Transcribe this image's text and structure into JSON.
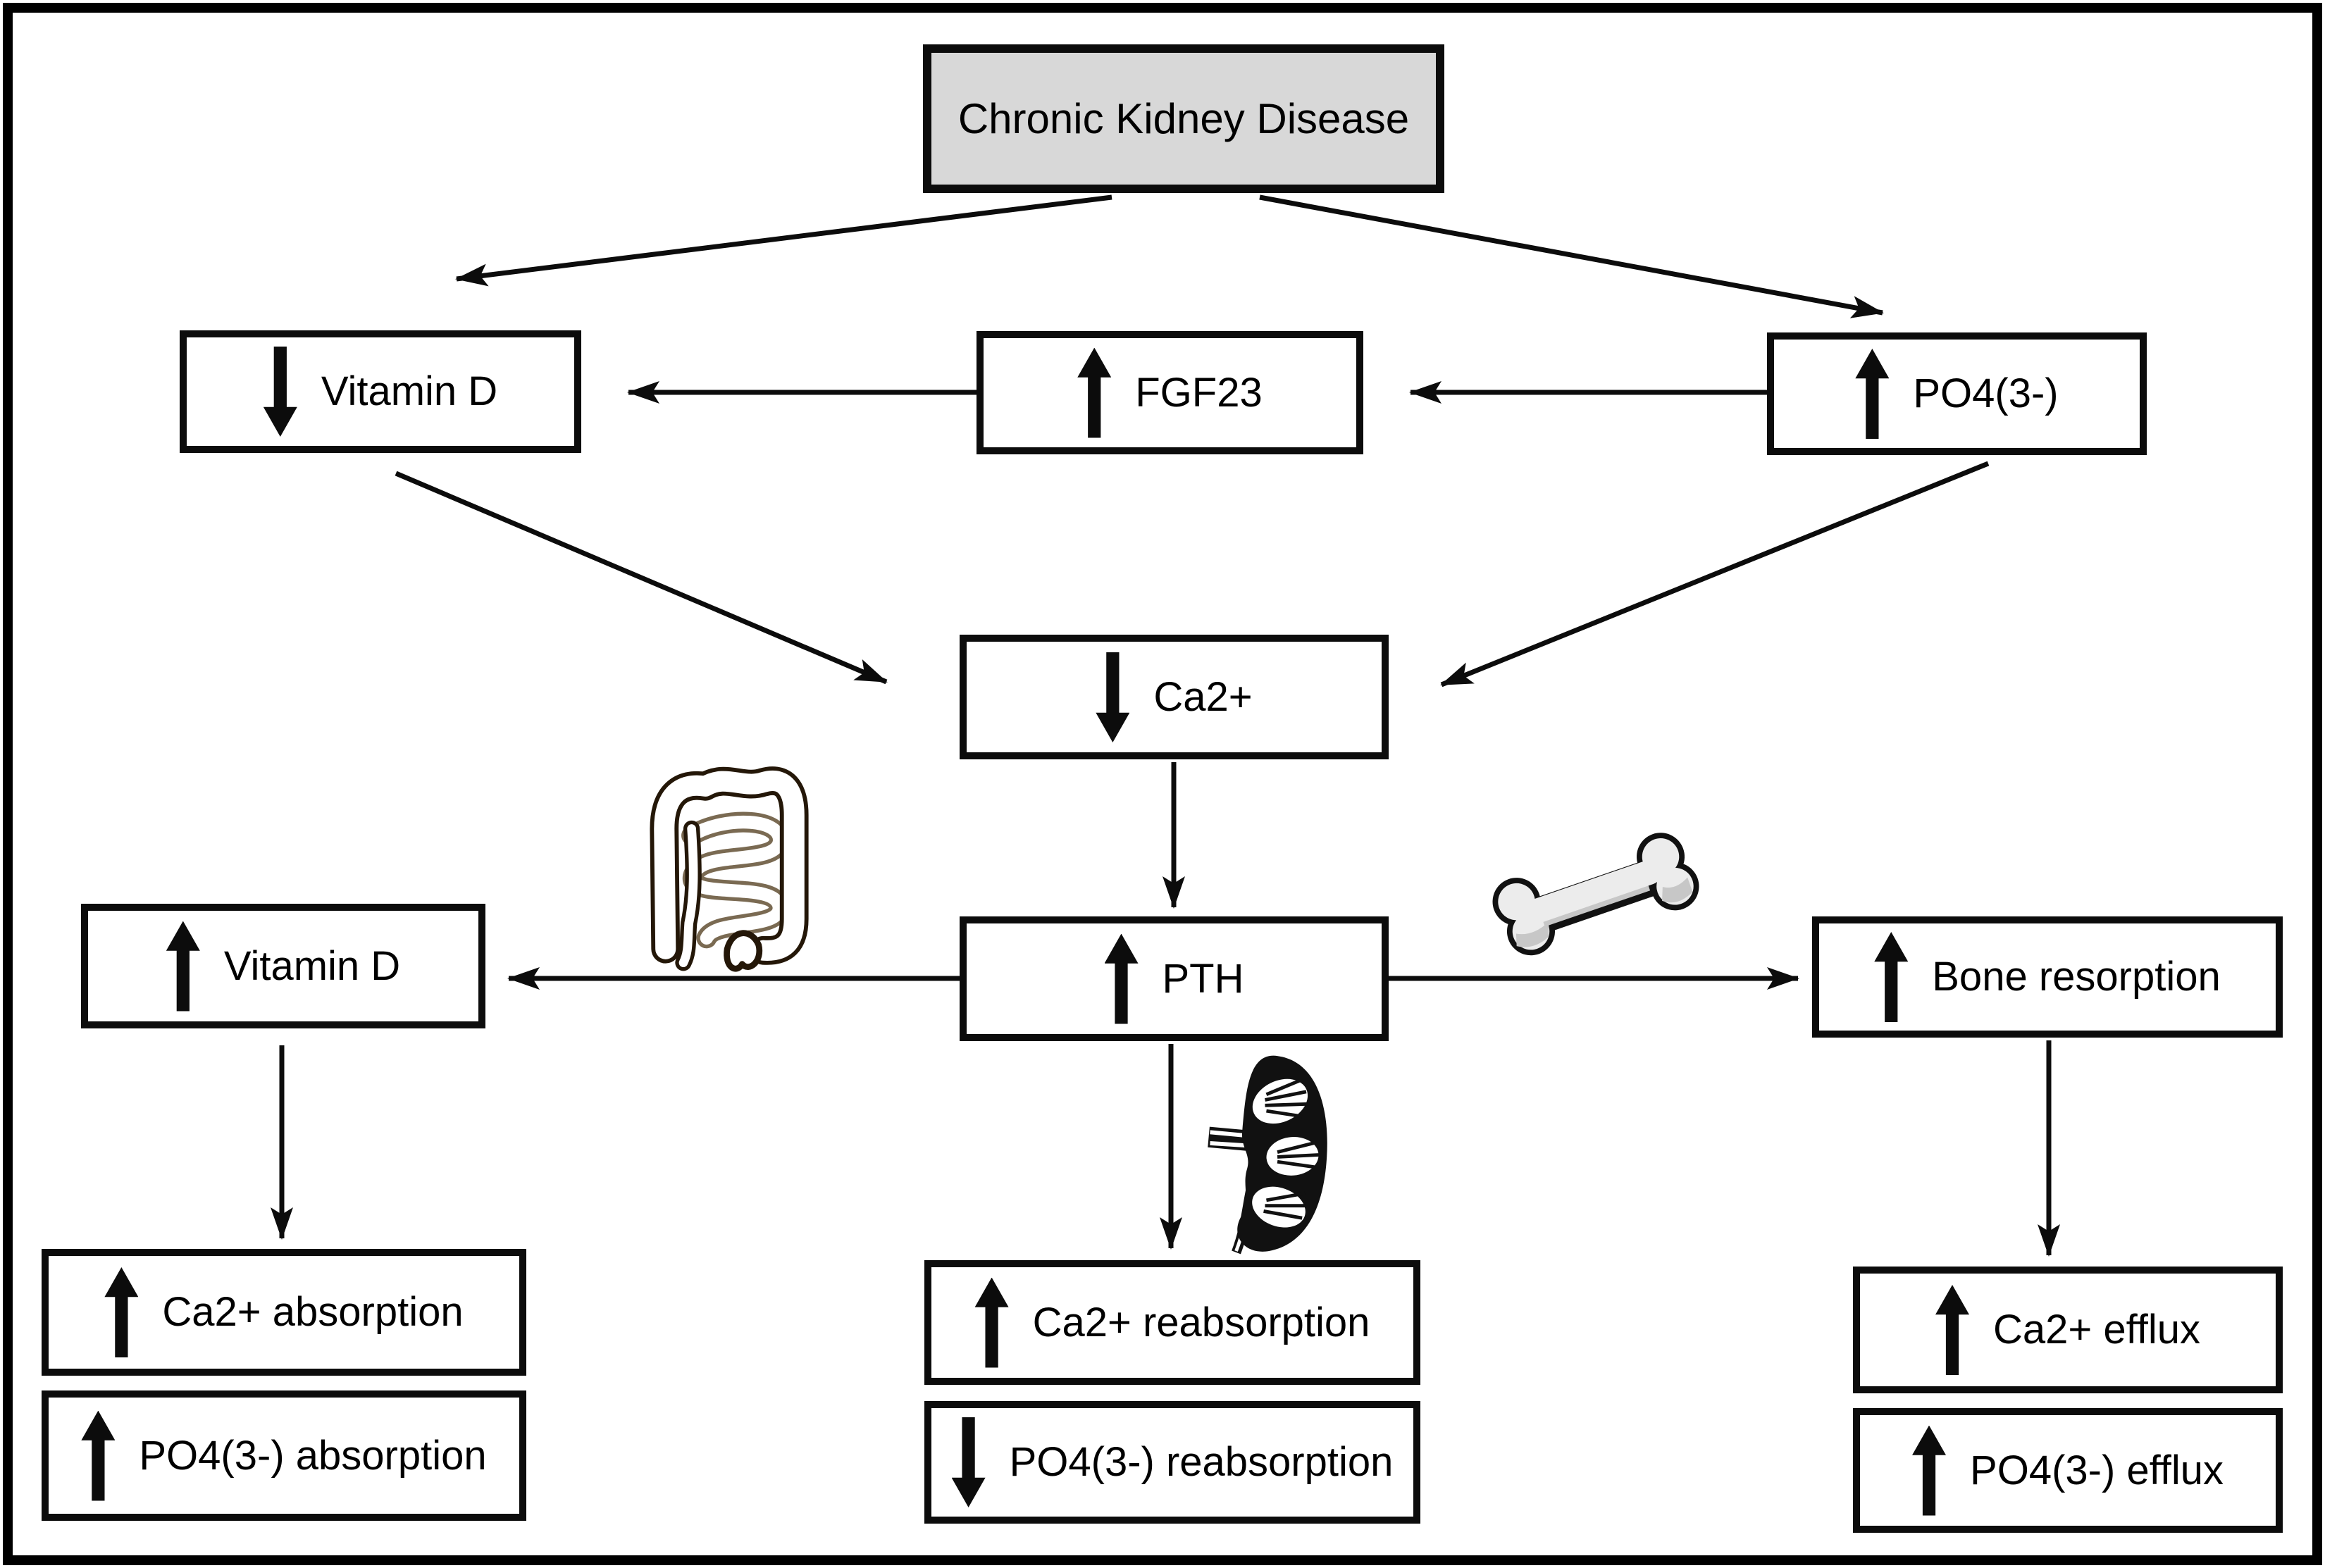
{
  "figure": {
    "background_color": "#ffffff",
    "frame_color": "#000000",
    "ckd_box_fill": "#d8d8d8",
    "line_color": "#0c0c0c"
  },
  "nodes": {
    "ckd": {
      "label": "Chronic Kidney Disease"
    },
    "vitd_down": {
      "label": "Vitamin D",
      "arrow_class": "thick-arrow down"
    },
    "fgf23": {
      "label": "FGF23",
      "arrow_class": "thick-arrow"
    },
    "po4_up": {
      "label": "PO4(3-)",
      "arrow_class": "thick-arrow"
    },
    "ca_down": {
      "label": "Ca2+",
      "arrow_class": "thick-arrow down"
    },
    "pth_up": {
      "label": "PTH",
      "arrow_class": "thick-arrow"
    },
    "vitd_up": {
      "label": "Vitamin D",
      "arrow_class": "thick-arrow"
    },
    "bone_resorption": {
      "label": "Bone resorption",
      "arrow_class": "thick-arrow"
    },
    "ca_absorption": {
      "label": "Ca2+ absorption",
      "arrow_class": "thick-arrow"
    },
    "po4_absorption": {
      "label": "PO4(3-) absorption",
      "arrow_class": "thick-arrow"
    },
    "ca_reabsorption": {
      "label": "Ca2+ reabsorption",
      "arrow_class": "thick-arrow"
    },
    "po4_reabsorption": {
      "label": "PO4(3-) reabsorption",
      "arrow_class": "thick-arrow down"
    },
    "ca_efflux": {
      "label": "Ca2+ efflux",
      "arrow_class": "thick-arrow"
    },
    "po4_efflux": {
      "label": "PO4(3-) efflux",
      "arrow_class": "thick-arrow"
    }
  },
  "icons": {
    "intestine": "intestines drawing",
    "bone": "bone drawing",
    "kidney": "kidney drawing"
  },
  "edges": [
    {
      "from": "Chronic Kidney Disease",
      "to": "down Vitamin D"
    },
    {
      "from": "Chronic Kidney Disease",
      "to": "up PO4(3-)"
    },
    {
      "from": "up FGF23",
      "to": "down Vitamin D"
    },
    {
      "from": "up PO4(3-)",
      "to": "up FGF23"
    },
    {
      "from": "down Vitamin D",
      "to": "down Ca2+"
    },
    {
      "from": "up PO4(3-)",
      "to": "down Ca2+"
    },
    {
      "from": "down Ca2+",
      "to": "up PTH"
    },
    {
      "from": "up PTH",
      "to": "up Vitamin D",
      "via": "intestine"
    },
    {
      "from": "up PTH",
      "to": "up Bone resorption",
      "via": "bone"
    },
    {
      "from": "up PTH",
      "to": "up Ca2+ reabsorption",
      "via": "kidney"
    },
    {
      "from": "up Vitamin D",
      "to": "up Ca2+ absorption"
    },
    {
      "from": "up Bone resorption",
      "to": "up Ca2+ efflux"
    }
  ]
}
